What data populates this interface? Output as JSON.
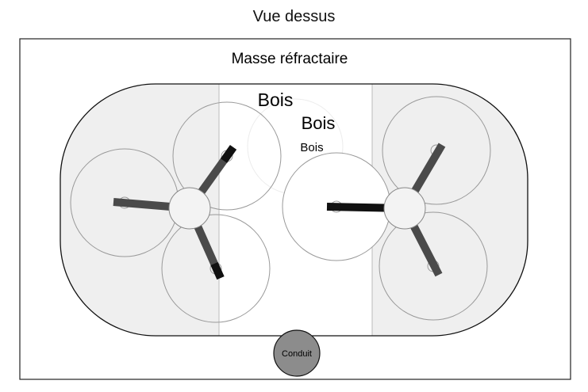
{
  "title": "Vue dessus",
  "labels": {
    "refractory": "Masse réfractaire",
    "wood_1": "Bois",
    "wood_2": "Bois",
    "wood_3": "Bois",
    "flue": "Conduit"
  },
  "colors": {
    "outline": "#111111",
    "shaded_region": "#efefef",
    "rotor_arm": "#4a4a4a",
    "rotor_arm_center": "#111111",
    "flue_fill": "#8c8c8c"
  }
}
